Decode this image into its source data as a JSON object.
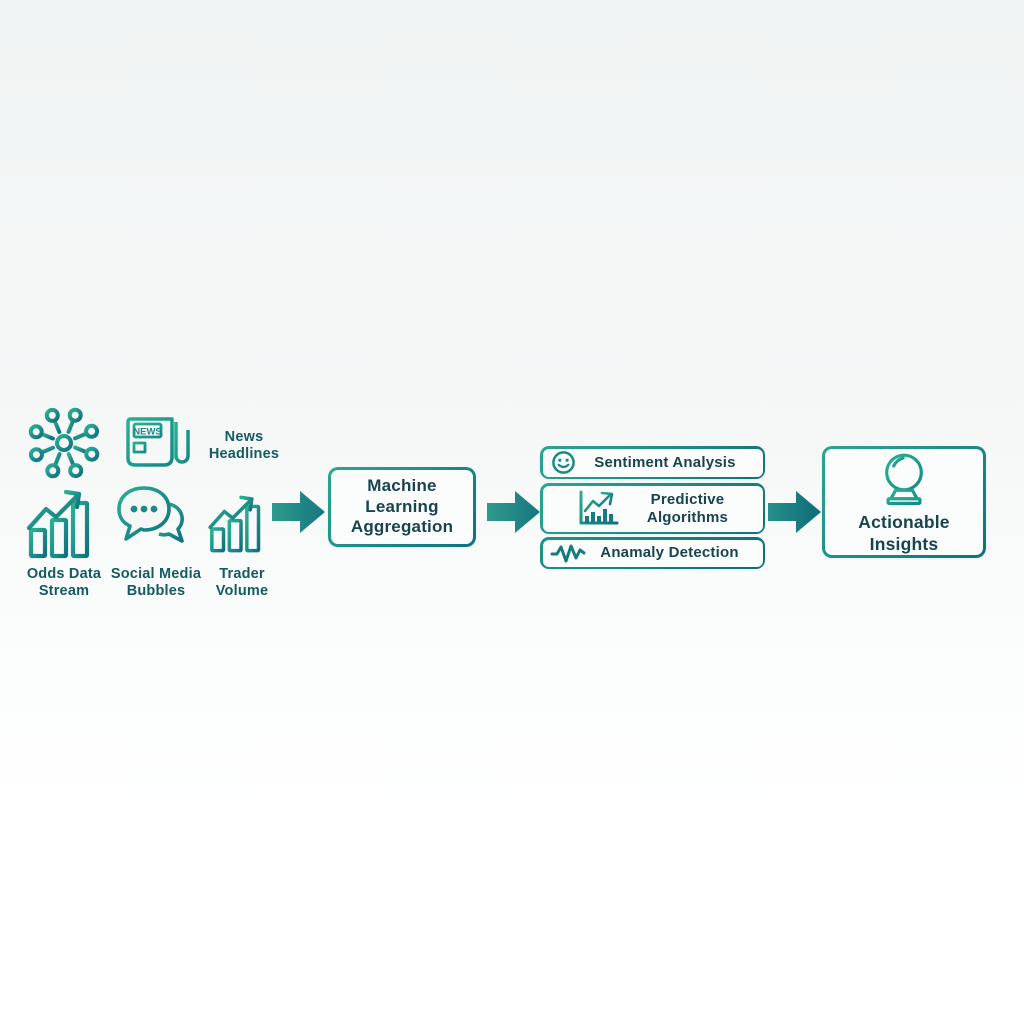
{
  "palette": {
    "teal_light": "#2ba78f",
    "teal_dark": "#11707e",
    "arrow_start": "#2e9b8c",
    "arrow_end": "#17767f",
    "box_text": "#1a4350",
    "label_text": "#155a63",
    "background": "#f5f7f7"
  },
  "diagram": {
    "sources": {
      "network": {
        "icon": "network-hub-icon"
      },
      "news": {
        "label": "News\nHeadlines",
        "icon": "newspaper-icon",
        "icon_text": "NEWS"
      },
      "odds": {
        "label": "Odds Data\nStream",
        "icon": "bar-chart-rising-arrow-icon"
      },
      "social": {
        "label": "Social Media\nBubbles",
        "icon": "chat-bubbles-icon"
      },
      "trader": {
        "label": "Trader\nVolume",
        "icon": "bar-chart-rising-arrow-icon"
      }
    },
    "aggregation": {
      "label": "Machine\nLearning\nAggregation"
    },
    "modules": [
      {
        "label": "Sentiment Analysis",
        "icon": "smiley-face-icon"
      },
      {
        "label": "Predictive\nAlgorithms",
        "icon": "growth-chart-icon"
      },
      {
        "label": "Anamaly Detection",
        "icon": "waveform-icon"
      }
    ],
    "output": {
      "label": "Actionable\nInsights",
      "icon": "crystal-ball-icon"
    },
    "arrows": [
      "flow-arrow",
      "flow-arrow",
      "flow-arrow"
    ]
  }
}
